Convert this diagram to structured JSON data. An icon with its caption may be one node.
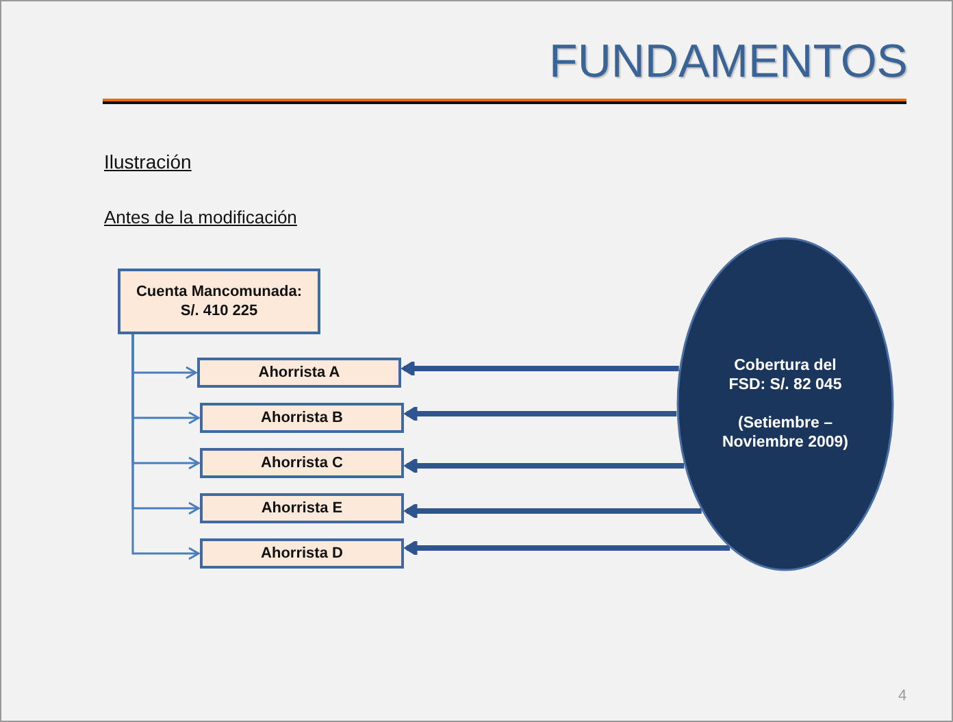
{
  "diagram": {
    "title": "FUNDAMENTOS",
    "nodes": [
      {
        "text": [
          "Cuenta Mancomunada: S/. 410 225"
        ]
      },
      {
        "text": [
          "Ahorrista A"
        ]
      },
      {
        "text": [
          "Ahorrista B"
        ]
      },
      {
        "text": [
          "Ahorrista C"
        ]
      },
      {
        "text": [
          "Ahorrista E"
        ]
      },
      {
        "text": [
          "Ahorrista D"
        ]
      },
      {
        "text": [
          "Cobertura del FSD: S/. 82 045",
          "(Setiembre – Noviembre 2009)"
        ]
      }
    ],
    "edges": [
      {
        "from": 0,
        "to": 1,
        "arrow": "to"
      },
      {
        "from": 0,
        "to": 2,
        "arrow": "to"
      },
      {
        "from": 0,
        "to": 3,
        "arrow": "to"
      },
      {
        "from": 0,
        "to": 4,
        "arrow": "to"
      },
      {
        "from": 0,
        "to": 5,
        "arrow": "to"
      },
      {
        "from": 6,
        "to": 1,
        "arrow": "to",
        "style": "thick",
        "color": "#2f5590"
      },
      {
        "from": 6,
        "to": 2,
        "arrow": "to",
        "style": "thick",
        "color": "#2f5590"
      },
      {
        "from": 6,
        "to": 3,
        "arrow": "to",
        "style": "thick",
        "color": "#2f5590"
      },
      {
        "from": 6,
        "to": 4,
        "arrow": "to",
        "style": "thick",
        "color": "#2f5590"
      },
      {
        "from": 6,
        "to": 5,
        "arrow": "to",
        "style": "thick",
        "color": "#2f5590"
      }
    ],
    "labels": [
      "Ilustración",
      "Antes de la modificación",
      "4"
    ]
  }
}
